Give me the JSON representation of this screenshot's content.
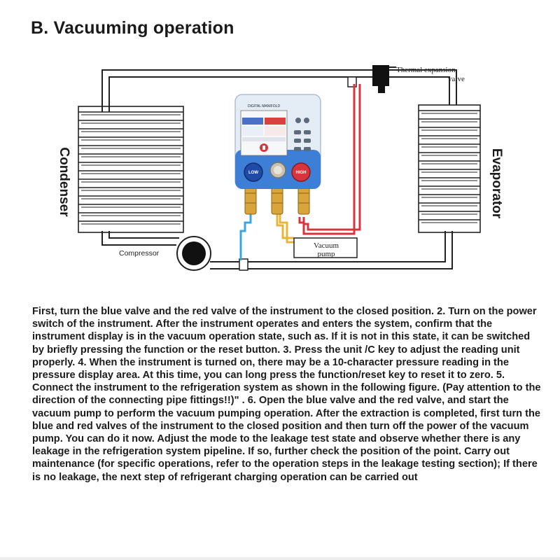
{
  "title": "B. Vacuuming operation",
  "diagram": {
    "labels": {
      "condenser": "Condenser",
      "evaporator": "Evaporator",
      "compressor": "Compressor",
      "thermal_expansion_valve_line1": "Thermal expansion",
      "thermal_expansion_valve_line2": "valve",
      "vacuum_pump_line1": "Vacuum",
      "vacuum_pump_line2": "pump"
    },
    "manifold": {
      "screen_title": "DIGITAL MANIFOLD",
      "low_knob": "LOW",
      "high_knob": "HIGH"
    },
    "colors": {
      "low_line": "#3aa6e0",
      "high_line": "#d8343c",
      "manifold_body": "#3d7fd6",
      "brass": "#d9a53a",
      "pipe": "#222222"
    }
  },
  "instructions": "First, turn the blue valve and the red valve of the instrument to the closed position. 2. Turn on the power switch of the instrument. After the instrument operates and enters the system, confirm that the instrument display is in the vacuum operation state, such as. If it is not in this state, it can be switched by briefly pressing the function or the reset button. 3. Press the unit /C key to adjust the reading unit properly. 4. When the instrument is turned on, there may be a 10-character pressure reading in the pressure display area. At this time, you can long press the function/reset key to reset it to zero. 5. Connect the instrument to the refrigeration system as shown in the following figure. (Pay attention to the direction of the connecting pipe fittings!!)\" . 6. Open the blue valve and the red valve, and start the vacuum pump to perform the vacuum pumping operation. After the extraction is completed, first turn the blue and red valves of the instrument to the closed position and then turn off the power of the vacuum pump. You can do it now. Adjust the mode to the leakage test state and observe whether there is any leakage in the refrigeration system pipeline. If so, further check the position of the point. Carry out maintenance (for specific operations, refer to the operation steps in the leakage testing section); If there is no leakage, the next step of refrigerant charging operation can be carried out"
}
